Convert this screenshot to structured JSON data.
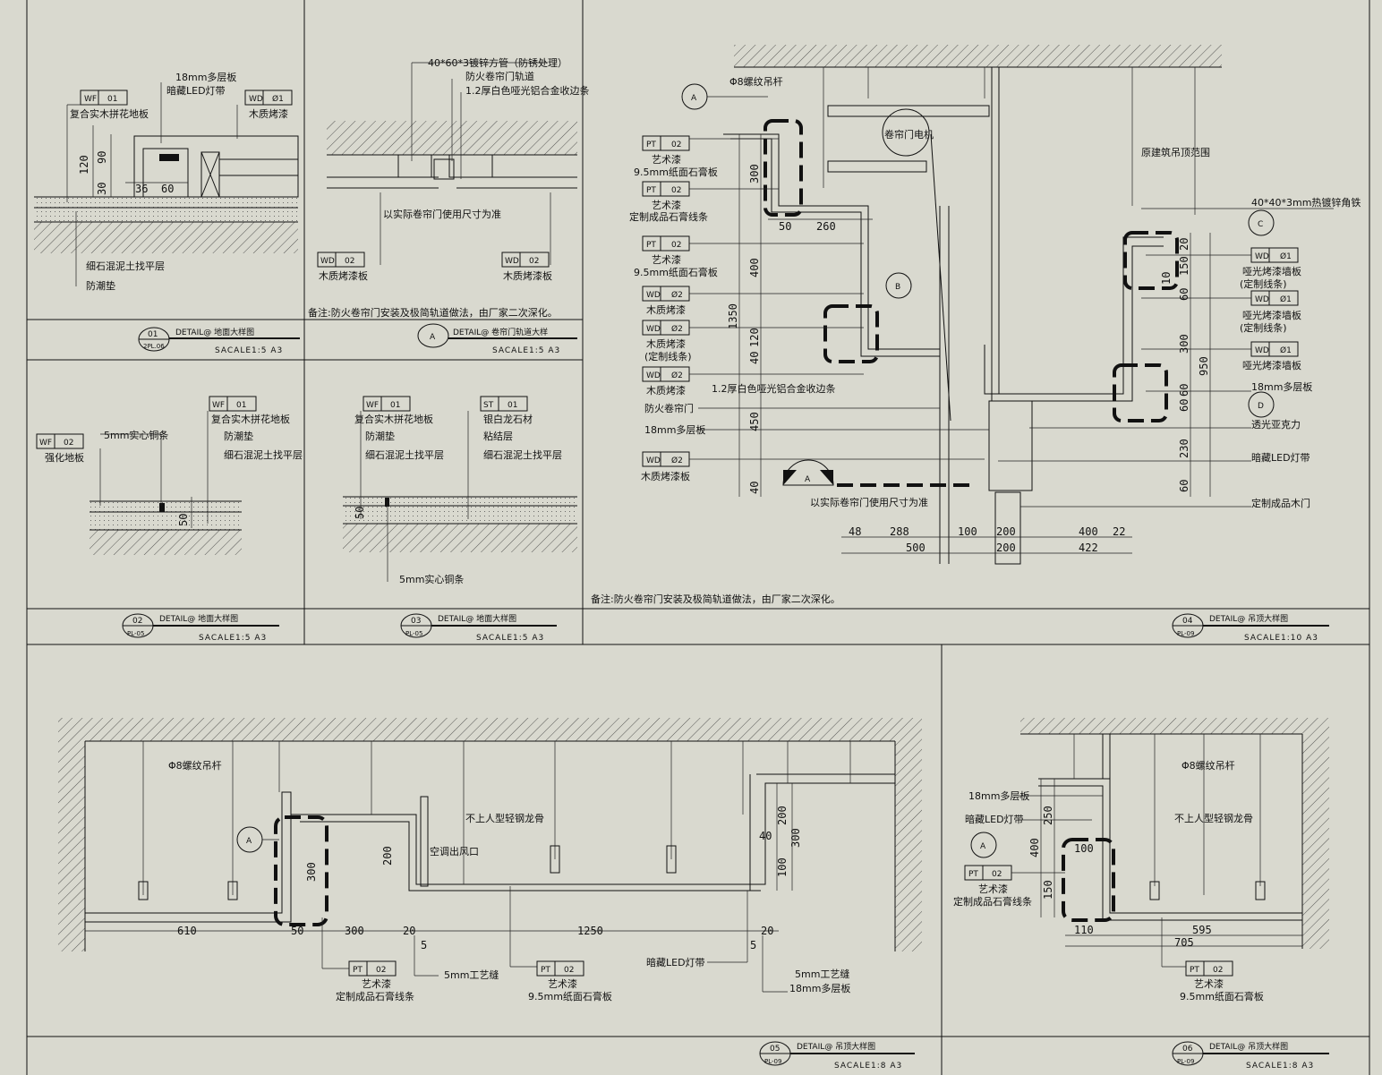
{
  "panels": {
    "p01": {
      "num": "01",
      "ref": "2PL.06",
      "title": "DETAIL@   地面大样图",
      "scale": "SACALE1:5 A3",
      "tags": [
        {
          "code": "WF",
          "num": "01"
        },
        {
          "code": "WD",
          "num": "Ø1"
        }
      ],
      "labels": [
        "18mm多层板",
        "暗藏LED灯带",
        "复合实木拼花地板",
        "木质烤漆",
        "细石混泥土找平层",
        "防潮垫"
      ],
      "dims": [
        "120",
        "90",
        "30",
        "36",
        "60"
      ]
    },
    "pA": {
      "num": "A",
      "title": "DETAIL@   卷帘门轨道大样",
      "scale": "SACALE1:5 A3",
      "tags": [
        {
          "code": "WD",
          "num": "02"
        },
        {
          "code": "WD",
          "num": "02"
        }
      ],
      "labels": [
        "40*60*3镀锌方管（防锈处理）",
        "防火卷帘门轨道",
        "1.2厚白色哑光铝合金收边条",
        "以实际卷帘门使用尺寸为准",
        "木质烤漆板",
        "木质烤漆板"
      ],
      "note": "备注:防火卷帘门安装及极简轨道做法，由厂家二次深化。"
    },
    "p02": {
      "num": "02",
      "ref": "PL-05",
      "title": "DETAIL@   地面大样图",
      "scale": "SACALE1:5 A3",
      "tags": [
        {
          "code": "WF",
          "num": "01"
        },
        {
          "code": "WF",
          "num": "02"
        }
      ],
      "labels": [
        "复合实木拼花地板",
        "防潮垫",
        "细石混泥土找平层",
        "5mm实心铜条",
        "强化地板"
      ],
      "dims": [
        "50"
      ]
    },
    "p03": {
      "num": "03",
      "ref": "PL-05",
      "title": "DETAIL@   地面大样图",
      "scale": "SACALE1:5 A3",
      "tags": [
        {
          "code": "WF",
          "num": "01"
        },
        {
          "code": "ST",
          "num": "01"
        }
      ],
      "labels": [
        "复合实木拼花地板",
        "防潮垫",
        "细石混泥土找平层",
        "银白龙石材",
        "粘结层",
        "细石混泥土找平层",
        "5mm实心铜条"
      ],
      "dims": [
        "50"
      ]
    },
    "p04": {
      "num": "04",
      "ref": "PL-09",
      "title": "DETAIL@   吊顶大样图",
      "scale": "SACALE1:10 A3",
      "tags": [
        {
          "code": "PT",
          "num": "02"
        },
        {
          "code": "PT",
          "num": "02"
        },
        {
          "code": "PT",
          "num": "02"
        },
        {
          "code": "WD",
          "num": "Ø2"
        },
        {
          "code": "WD",
          "num": "Ø2"
        },
        {
          "code": "WD",
          "num": "Ø2"
        },
        {
          "code": "WD",
          "num": "Ø2"
        },
        {
          "code": "WD",
          "num": "Ø1"
        },
        {
          "code": "WD",
          "num": "Ø1"
        },
        {
          "code": "WD",
          "num": "Ø1"
        }
      ],
      "left_labels": [
        "Φ8螺纹吊杆",
        "艺术漆",
        "9.5mm纸面石膏板",
        "艺术漆",
        "定制成品石膏线条",
        "艺术漆",
        "9.5mm纸面石膏板",
        "木质烤漆",
        "木质烤漆",
        "(定制线条)",
        "木质烤漆",
        "1.2厚白色哑光铝合金收边条",
        "防火卷帘门",
        "18mm多层板",
        "木质烤漆板"
      ],
      "right_labels": [
        "卷帘门电机",
        "原建筑吊顶范围",
        "40*40*3mm热镀锌角铁",
        "哑光烤漆墙板",
        "(定制线条)",
        "哑光烤漆墙板",
        "(定制线条)",
        "哑光烤漆墙板",
        "18mm多层板",
        "透光亚克力",
        "暗藏LED灯带",
        "定制成品木门"
      ],
      "bottom_note": "以实际卷帘门使用尺寸为准",
      "callouts": [
        "A",
        "B",
        "C",
        "D",
        "A"
      ],
      "vdims_left": [
        "300",
        "400",
        "1350",
        "120",
        "40",
        "450",
        "40"
      ],
      "hdims_top": [
        "50",
        "260"
      ],
      "vdims_right": [
        "20",
        "150",
        "10",
        "60",
        "300",
        "950",
        "60",
        "60",
        "230",
        "60"
      ],
      "hdims_bottom": [
        "48",
        "288",
        "100",
        "200",
        "400",
        "22",
        "500",
        "200",
        "422"
      ],
      "note": "备注:防火卷帘门安装及极简轨道做法，由厂家二次深化。"
    },
    "p05": {
      "num": "05",
      "ref": "PL-09",
      "title": "DETAIL@   吊顶大样图",
      "scale": "SACALE1:8 A3",
      "tags": [
        {
          "code": "PT",
          "num": "02"
        },
        {
          "code": "PT",
          "num": "02"
        }
      ],
      "labels": [
        "Φ8螺纹吊杆",
        "不上人型轻钢龙骨",
        "空调出风口",
        "艺术漆",
        "定制成品石膏线条",
        "5mm工艺缝",
        "艺术漆",
        "9.5mm纸面石膏板",
        "暗藏LED灯带",
        "5mm工艺缝",
        "18mm多层板"
      ],
      "callout": "A",
      "dims": [
        "610",
        "50",
        "300",
        "20",
        "5",
        "1250",
        "5",
        "20",
        "300",
        "200",
        "200",
        "300",
        "40",
        "100"
      ]
    },
    "p06": {
      "num": "06",
      "ref": "PL-09",
      "title": "DETAIL@   吊顶大样图",
      "scale": "SACALE1:8 A3",
      "tags": [
        {
          "code": "PT",
          "num": "02"
        },
        {
          "code": "PT",
          "num": "02"
        }
      ],
      "labels": [
        "Φ8螺纹吊杆",
        "18mm多层板",
        "暗藏LED灯带",
        "不上人型轻钢龙骨",
        "艺术漆",
        "定制成品石膏线条",
        "艺术漆",
        "9.5mm纸面石膏板"
      ],
      "callout": "A",
      "dims": [
        "250",
        "400",
        "100",
        "150",
        "110",
        "595",
        "705"
      ]
    }
  }
}
